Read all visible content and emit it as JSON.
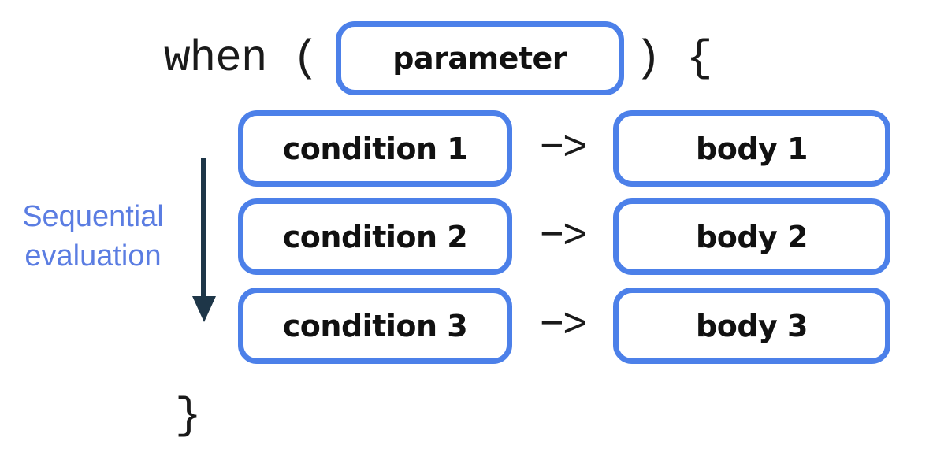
{
  "colors": {
    "background": "#ffffff",
    "box_border": "#4c80e9",
    "annotation_text": "#5b7de2",
    "sequence_arrow": "#1e3648",
    "code_text": "#1a1a1a",
    "label_text": "#111111"
  },
  "code": {
    "when_open": "when (",
    "close_paren_open_brace": ") {",
    "closing_brace": "}"
  },
  "parameter": {
    "label": "parameter"
  },
  "branches": [
    {
      "condition": "condition 1",
      "arrow": "−>",
      "body": "body 1"
    },
    {
      "condition": "condition 2",
      "arrow": "−>",
      "body": "body 2"
    },
    {
      "condition": "condition 3",
      "arrow": "−>",
      "body": "body 3"
    }
  ],
  "annotation": {
    "line1": "Sequential",
    "line2": "evaluation"
  }
}
